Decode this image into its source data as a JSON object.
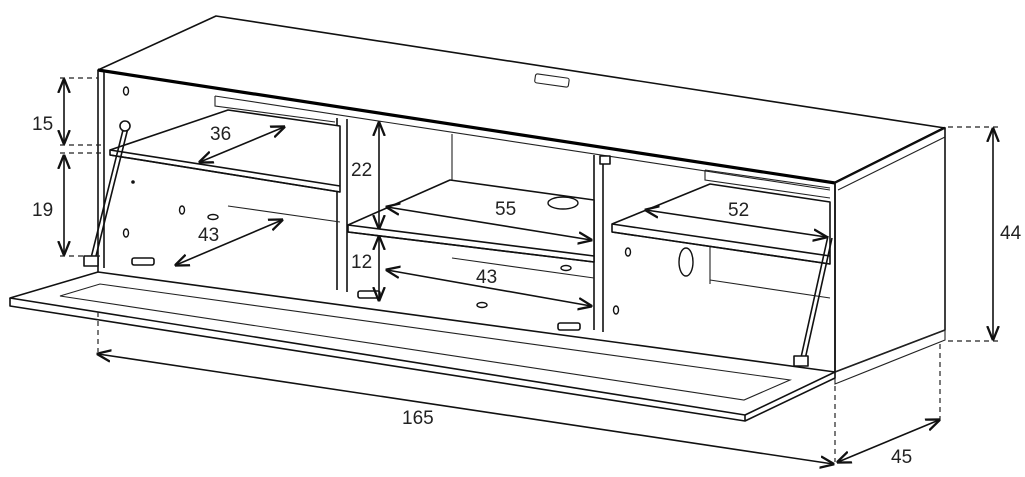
{
  "dimensions": {
    "width": "165",
    "depth": "45",
    "height": "44",
    "left_top_compartment": "15",
    "left_bottom_compartment": "19",
    "left_upper_shelf_depth": "36",
    "left_lower_shelf_depth": "43",
    "center_upper_compartment": "22",
    "center_upper_shelf_width": "55",
    "center_lower_compartment": "12",
    "center_lower_shelf_depth": "43",
    "right_shelf_width": "52"
  },
  "colors": {
    "line": "#111111",
    "background": "#ffffff"
  }
}
